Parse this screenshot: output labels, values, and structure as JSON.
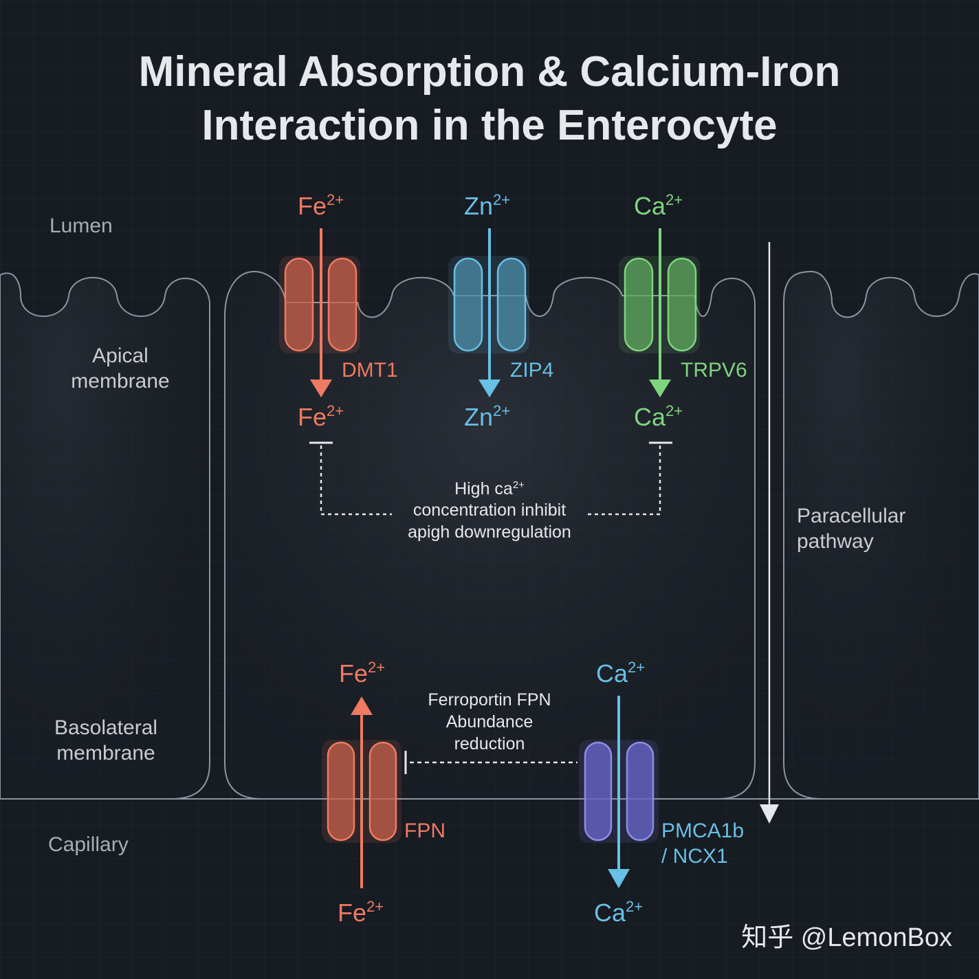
{
  "title": {
    "line1": "Mineral Absorption & Calcium-Iron",
    "line2": "Interaction in the Enterocyte"
  },
  "regions": {
    "lumen": "Lumen",
    "apical_line1": "Apical",
    "apical_line2": "membrane",
    "basolateral_line1": "Basolateral",
    "basolateral_line2": "membrane",
    "capillary": "Capillary",
    "paracellular_line1": "Paracellular",
    "paracellular_line2": "pathway"
  },
  "apical": {
    "fe_in": {
      "base": "Fe",
      "sup": "2+"
    },
    "fe_out": {
      "base": "Fe",
      "sup": "2+"
    },
    "dmt1": "DMT1",
    "zn_in": {
      "base": "Zn",
      "sup": "2+"
    },
    "zn_out": {
      "base": "Zn",
      "sup": "2+"
    },
    "zip4": "ZIP4",
    "ca_in": {
      "base": "Ca",
      "sup": "2+"
    },
    "ca_out": {
      "base": "Ca",
      "sup": "2+"
    },
    "trpv6": "TRPV6"
  },
  "inhibit_note": {
    "line1_base": "High ca",
    "line1_sup": "2+",
    "line2": "concentration inhibit",
    "line3": "apigh downregulation"
  },
  "basolateral": {
    "fe_top": {
      "base": "Fe",
      "sup": "2+"
    },
    "fe_bottom": {
      "base": "Fe",
      "sup": "2+"
    },
    "fpn": "FPN",
    "ca_top": {
      "base": "Ca",
      "sup": "2+"
    },
    "ca_bottom": {
      "base": "Ca",
      "sup": "2+"
    },
    "pmca_line1": "PMCA1b",
    "pmca_line2": "/ NCX1"
  },
  "fpn_note": {
    "line1": "Ferroportin FPN",
    "line2": "Abundance",
    "line3": "reduction"
  },
  "watermark": "知乎 @LemonBox",
  "colors": {
    "background": "#171b22",
    "iron": "#ee7a62",
    "zinc": "#67c0e6",
    "calcium": "#7fd57f",
    "pmca": "#7b78d8",
    "text_light": "#e6e8ec",
    "text_muted": "#a8adb6",
    "cell_outline": "#8f959f"
  }
}
